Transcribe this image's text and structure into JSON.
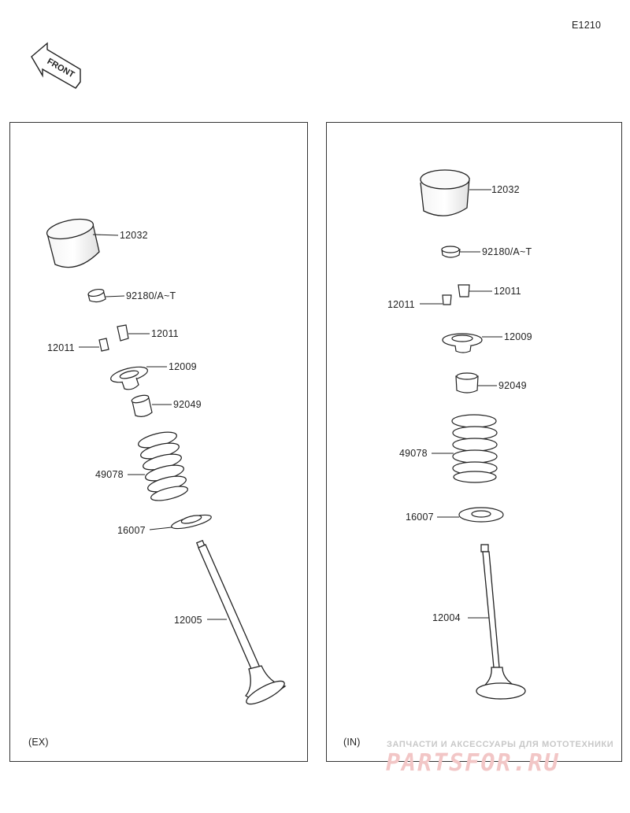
{
  "diagram_code": "E1210",
  "front_arrow_label": "FRONT",
  "ex_panel": {
    "title": "(EX)",
    "parts": {
      "tappet": "12032",
      "shim": "92180/A~T",
      "keeper_right": "12011",
      "keeper_left": "12011",
      "retainer": "12009",
      "seal": "92049",
      "spring": "49078",
      "seat": "16007",
      "valve": "12005"
    }
  },
  "in_panel": {
    "title": "(IN)",
    "parts": {
      "tappet": "12032",
      "shim": "92180/A~T",
      "keeper_right": "12011",
      "keeper_left": "12011",
      "retainer": "12009",
      "seal": "92049",
      "spring": "49078",
      "seat": "16007",
      "valve": "12004"
    }
  },
  "watermark": {
    "line1": "ЗАПЧАСТИ И АКСЕССУАРЫ ДЛЯ МОТОТЕХНИКИ",
    "line2": "PARTSFOR.RU"
  }
}
